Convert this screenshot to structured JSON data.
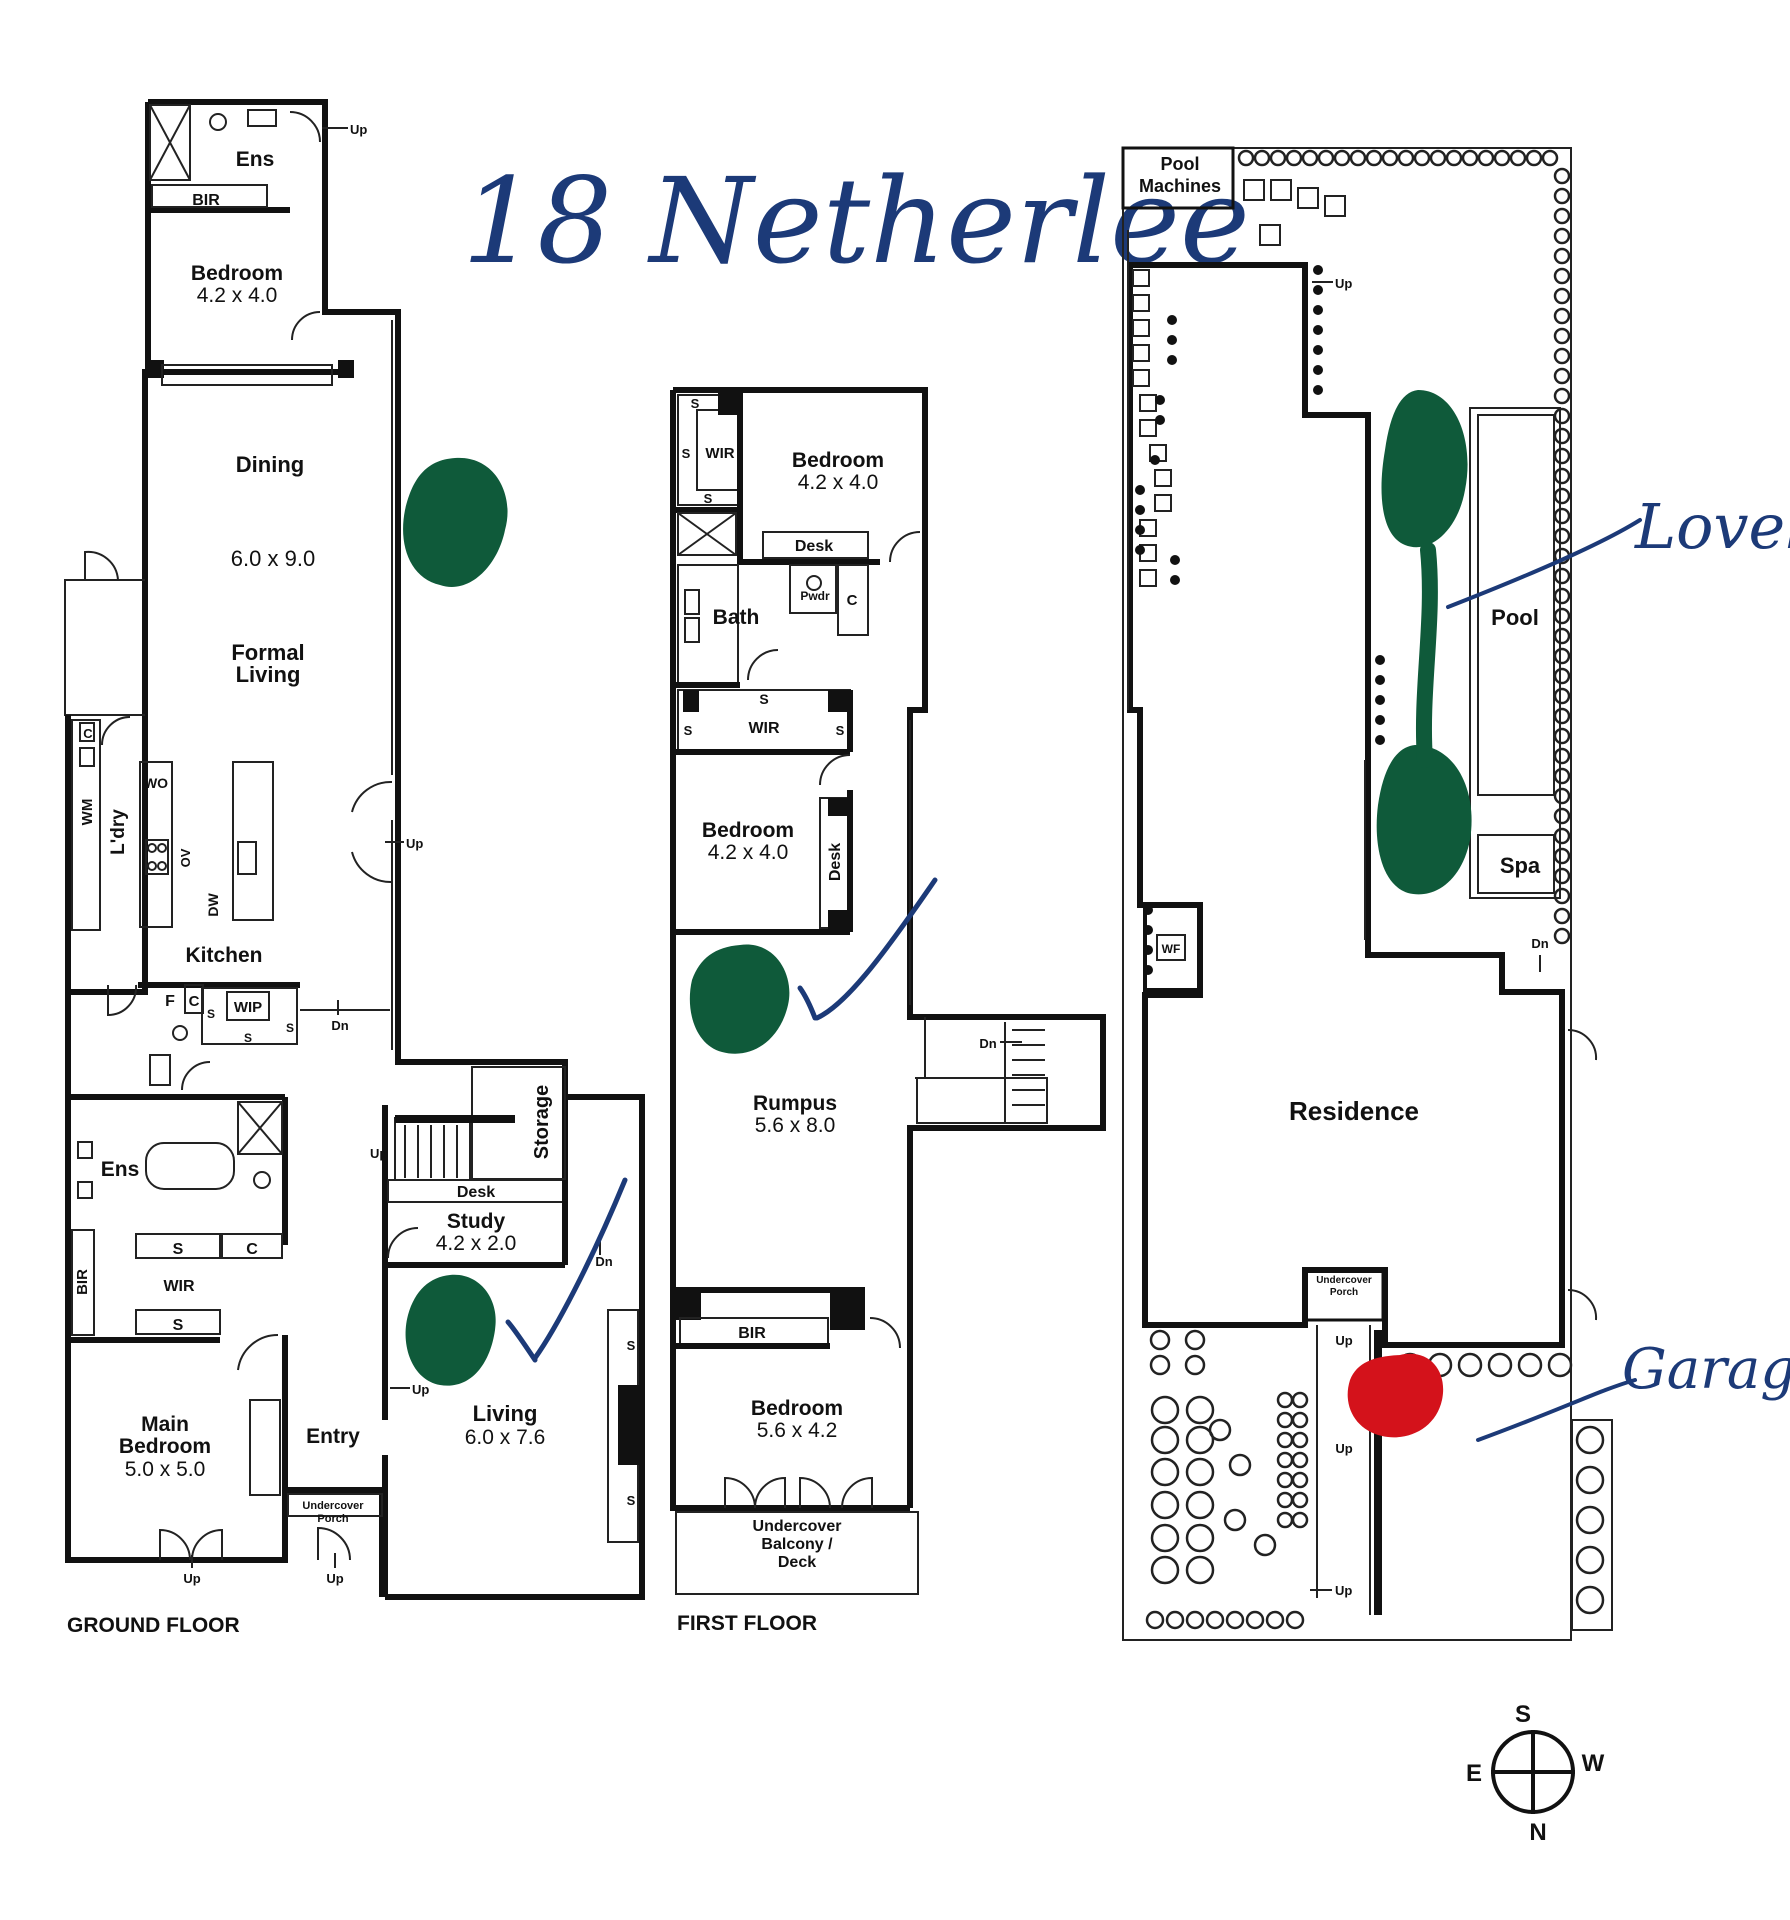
{
  "handwriting": {
    "title": "18 Netherlee",
    "note_pool": "Lovel",
    "note_garage": "Garage"
  },
  "floors": {
    "ground_label": "GROUND FLOOR",
    "first_label": "FIRST FLOOR"
  },
  "ground": {
    "ens_top": "Ens",
    "bir_top": "BIR",
    "bedroom_top": "Bedroom",
    "bedroom_top_dim": "4.2 x 4.0",
    "dining": "Dining",
    "dining_dim": "6.0 x 9.0",
    "formal_living_1": "Formal",
    "formal_living_2": "Living",
    "laundry": "L'dry",
    "wm": "WM",
    "c_laundry": "C",
    "wo": "WO",
    "ov": "OV",
    "dw": "DW",
    "kitchen": "Kitchen",
    "f": "F",
    "c_kitchen": "C",
    "wip": "WIP",
    "s_a": "S",
    "s_b": "S",
    "s_c": "S",
    "dn": "Dn",
    "up_top": "Up",
    "up_side": "Up",
    "ens_main": "Ens",
    "bir_main": "BIR",
    "wir_main": "WIR",
    "s_main_1": "S",
    "s_main_2": "S",
    "c_main": "C",
    "main_bedroom_1": "Main",
    "main_bedroom_2": "Bedroom",
    "main_bedroom_dim": "5.0 x 5.0",
    "entry": "Entry",
    "porch_1": "Undercover",
    "porch_2": "Porch",
    "up_main": "Up",
    "up_porch": "Up",
    "storage": "Storage",
    "desk": "Desk",
    "study": "Study",
    "study_dim": "4.2 x 2.0",
    "up_stair": "Up",
    "dn_living": "Dn",
    "up_living": "Up",
    "living": "Living",
    "living_dim": "6.0 x 7.6",
    "s_living_1": "S",
    "s_living_2": "S"
  },
  "first": {
    "s1": "S",
    "s2": "S",
    "s3": "S",
    "wir1": "WIR",
    "bedroom1": "Bedroom",
    "bedroom1_dim": "4.2 x 4.0",
    "desk1": "Desk",
    "pwdr": "Pwdr",
    "c1": "C",
    "bath": "Bath",
    "s4": "S",
    "s5": "S",
    "s6": "S",
    "wir2": "WIR",
    "bedroom2": "Bedroom",
    "bedroom2_dim": "4.2 x 4.0",
    "desk2": "Desk",
    "dn": "Dn",
    "rumpus": "Rumpus",
    "rumpus_dim": "5.6 x 8.0",
    "bir": "BIR",
    "bedroom3": "Bedroom",
    "bedroom3_dim": "5.6 x 4.2",
    "balcony_1": "Undercover",
    "balcony_2": "Balcony /",
    "balcony_3": "Deck"
  },
  "site": {
    "pool_machines_1": "Pool",
    "pool_machines_2": "Machines",
    "up1": "Up",
    "pool": "Pool",
    "up2": "Up",
    "spa": "Spa",
    "wf": "WF",
    "dn": "Dn",
    "residence": "Residence",
    "porch_1": "Undercover",
    "porch_2": "Porch",
    "up3": "Up",
    "up4": "Up",
    "up5": "Up"
  },
  "compass": {
    "s": "S",
    "e": "E",
    "w": "W",
    "n": "N"
  },
  "colors": {
    "marker_green": "#0f5a3a",
    "marker_red": "#d4121b",
    "ink_blue": "#1c3a78"
  }
}
